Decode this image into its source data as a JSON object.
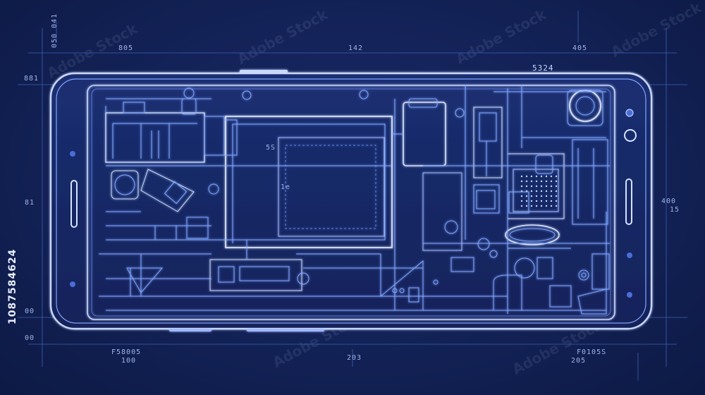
{
  "labels": {
    "top_left": "805",
    "top_center": "142",
    "top_right": "405",
    "top_right_model": "5324",
    "left_upper": "881",
    "left_mid": "81",
    "left_lower1": "00",
    "left_lower2": "00",
    "right_mid1": "400",
    "right_mid2": "15",
    "bottom_left1": "F58005",
    "bottom_left2": "100",
    "bottom_center": "203",
    "bottom_right1": "F0105S",
    "bottom_right2": "205",
    "top_left_vertical": "050 041",
    "screen_chip_a": "5S",
    "screen_chip_b": "1e",
    "image_id": "1087584624",
    "stock_watermark": "Adobe Stock"
  },
  "colors": {
    "background": "#14235a",
    "line": "#7fa6ff",
    "line_bright": "#d6e2ff",
    "line_dim": "#3f5fb8"
  }
}
